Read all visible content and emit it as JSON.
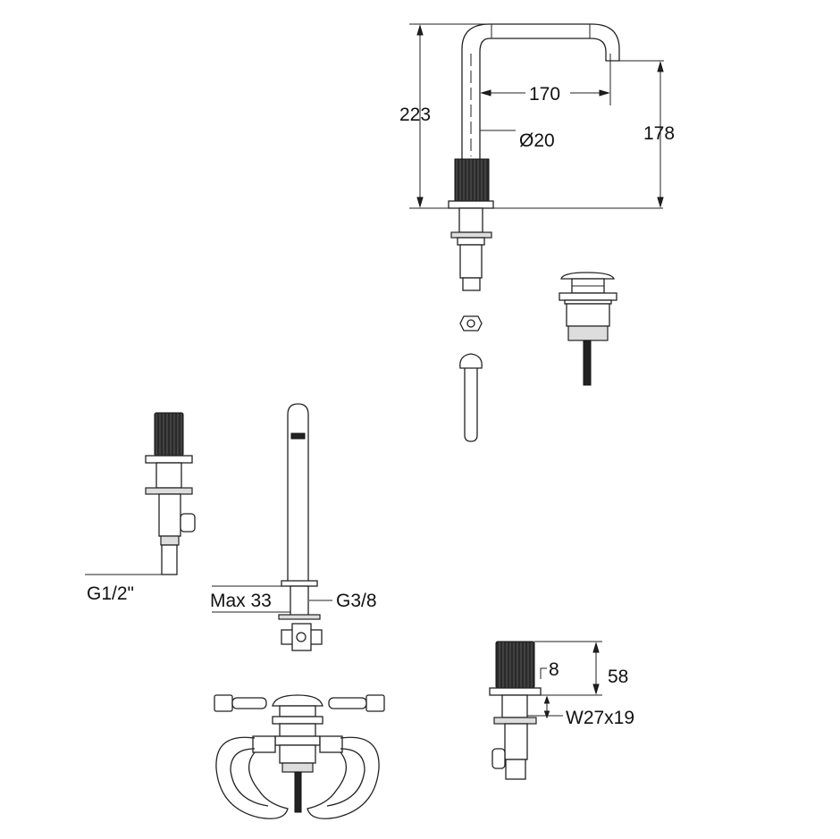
{
  "title": "Three-hole basin mixer technical drawing",
  "dimensions": {
    "total_height": "223",
    "spout_reach": "170",
    "pipe_diameter": "Ø20",
    "spout_height": "178",
    "inlet_thread": "G1/2\"",
    "max_thickness": "Max 33",
    "spout_thread": "G3/8",
    "plate_thickness": "8",
    "handle_height": "58",
    "handle_connection": "W27x19"
  },
  "colors": {
    "line": "#222222",
    "background": "#ffffff"
  }
}
